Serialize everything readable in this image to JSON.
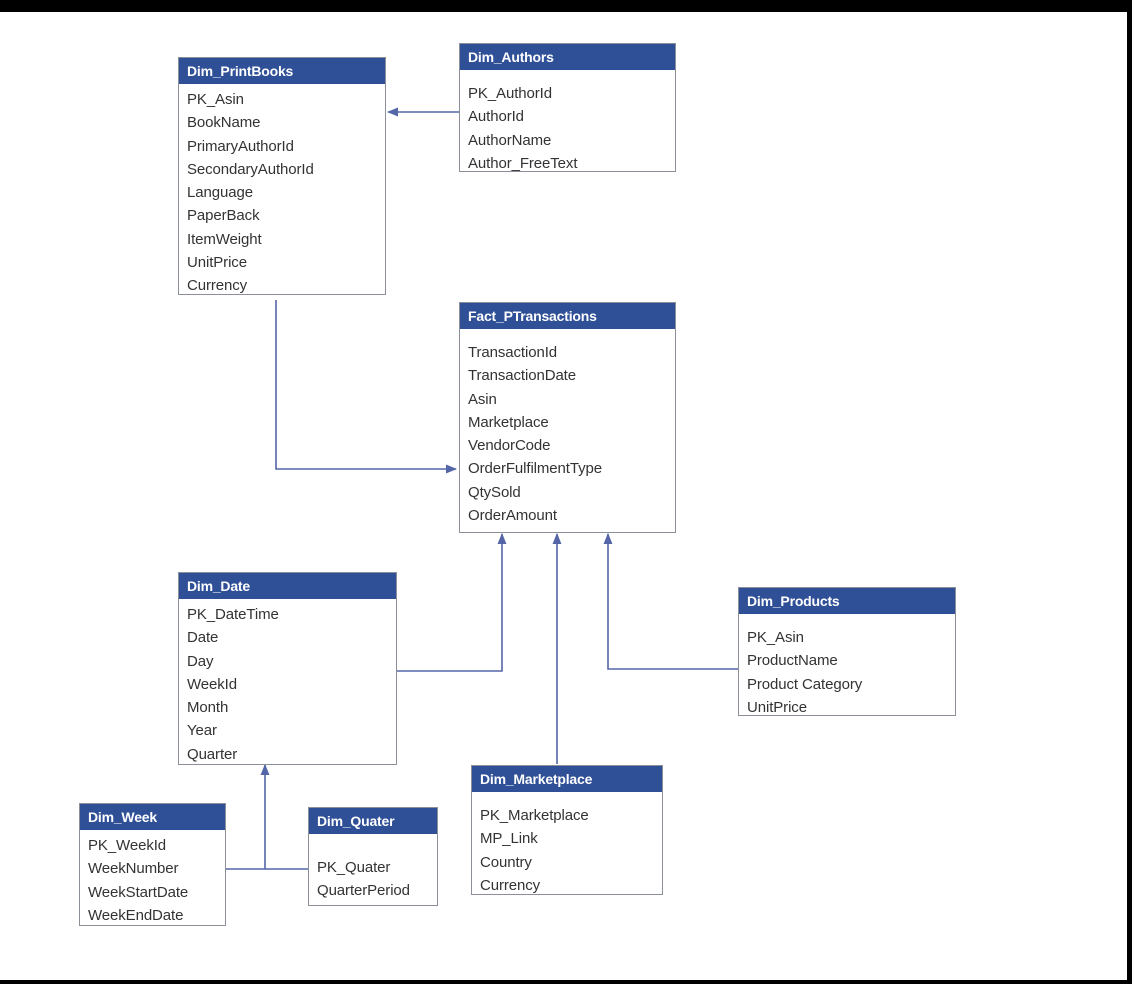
{
  "colors": {
    "header": "#2f4f97",
    "line": "#5566a8",
    "background": "#ffffff",
    "frame": "#000000"
  },
  "tables": {
    "printbooks": {
      "title": "Dim_PrintBooks",
      "fields": [
        "PK_Asin",
        "BookName",
        "PrimaryAuthorId",
        "SecondaryAuthorId",
        "Language",
        "PaperBack",
        "ItemWeight",
        "UnitPrice",
        "Currency"
      ]
    },
    "authors": {
      "title": "Dim_Authors",
      "fields": [
        "PK_AuthorId",
        "AuthorId",
        "AuthorName",
        "Author_FreeText"
      ]
    },
    "fact": {
      "title": "Fact_PTransactions",
      "fields": [
        "TransactionId",
        "TransactionDate",
        "Asin",
        "Marketplace",
        "VendorCode",
        "OrderFulfilmentType",
        "QtySold",
        "OrderAmount"
      ]
    },
    "date": {
      "title": "Dim_Date",
      "fields": [
        "PK_DateTime",
        "Date",
        "Day",
        "WeekId",
        "Month",
        "Year",
        "Quarter"
      ]
    },
    "products": {
      "title": "Dim_Products",
      "fields": [
        "PK_Asin",
        "ProductName",
        "Product Category",
        "UnitPrice"
      ]
    },
    "marketplace": {
      "title": "Dim_Marketplace",
      "fields": [
        "PK_Marketplace",
        "MP_Link",
        "Country",
        "Currency"
      ]
    },
    "week": {
      "title": "Dim_Week",
      "fields": [
        "PK_WeekId",
        "WeekNumber",
        "WeekStartDate",
        "WeekEndDate"
      ]
    },
    "quater": {
      "title": "Dim_Quater",
      "fields": [
        "PK_Quater",
        "QuarterPeriod"
      ]
    }
  }
}
